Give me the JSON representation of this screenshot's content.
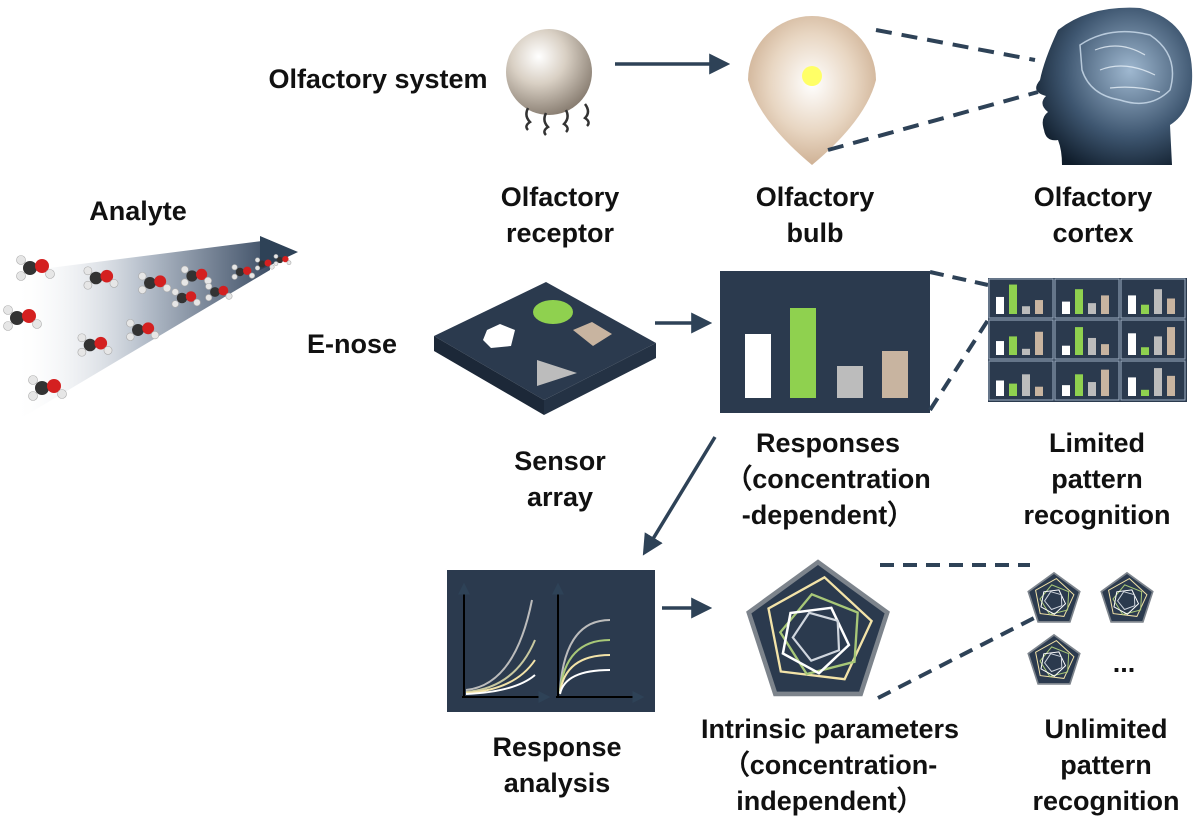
{
  "labels": {
    "olfactory_system": "Olfactory system",
    "analyte": "Analyte",
    "e_nose": "E-nose",
    "receptor": [
      "Olfactory",
      "receptor"
    ],
    "bulb": [
      "Olfactory",
      "bulb"
    ],
    "cortex": [
      "Olfactory",
      "cortex"
    ],
    "sensor_array": [
      "Sensor",
      "array"
    ],
    "responses": [
      "Responses",
      "（concentration",
      "-dependent）"
    ],
    "limited": [
      "Limited",
      "pattern",
      "recognition"
    ],
    "response_analysis": [
      "Response",
      "analysis"
    ],
    "intrinsic": [
      "Intrinsic parameters",
      "（concentration-",
      "independent）"
    ],
    "unlimited": [
      "Unlimited",
      "pattern",
      "recognition"
    ],
    "ellipsis": "..."
  },
  "colors": {
    "navy": "#2b3a4e",
    "arrow": "#2e4257",
    "green": "#8fd14f",
    "tan": "#c8b4a0",
    "gray": "#bcbcbc",
    "white": "#ffffff",
    "cream": "#f3e3a8"
  },
  "icons": {
    "molecules": "molecule-icon",
    "receptor": "receptor-sphere-icon",
    "bulb": "olfactory-bulb-icon",
    "brain": "head-brain-icon"
  }
}
